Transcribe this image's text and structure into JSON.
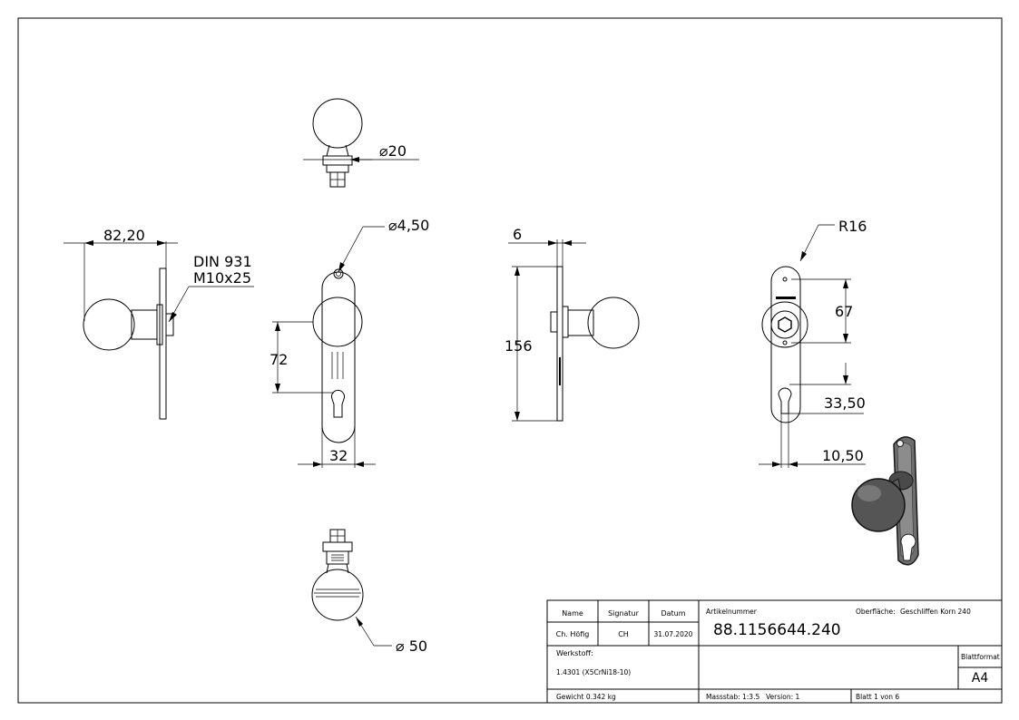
{
  "dimensions": {
    "ball_top_dia": "⌀20",
    "side_width": "82,20",
    "screw_line1": "DIN 931",
    "screw_line2": "M10x25",
    "hole_dia": "⌀4,50",
    "front_72": "72",
    "front_32": "32",
    "plate_thickness": "6",
    "plate_height": "156",
    "radius": "R16",
    "back_67": "67",
    "back_3350": "33,50",
    "back_1050": "10,50",
    "ball_dia": "⌀ 50"
  },
  "title_block": {
    "name_header": "Name",
    "signature_header": "Signatur",
    "date_header": "Datum",
    "name_value": "Ch. Höfig",
    "signature_value": "CH",
    "date_value": "31.07.2020",
    "article_label": "Artikelnummer",
    "article_number": "88.1156644.240",
    "surface_label": "Oberfläche:",
    "surface_value": "Geschliffen Korn 240",
    "material_label": "Werkstoff:",
    "material_value": "1.4301 (X5CrNi18-10)",
    "sheet_format_label": "Blattformat",
    "sheet_format_value": "A4",
    "weight": "Gewicht 0.342 kg",
    "scale": "Massstab: 1:3.5",
    "version": "Version: 1",
    "sheet": "Blatt 1 von 6"
  }
}
